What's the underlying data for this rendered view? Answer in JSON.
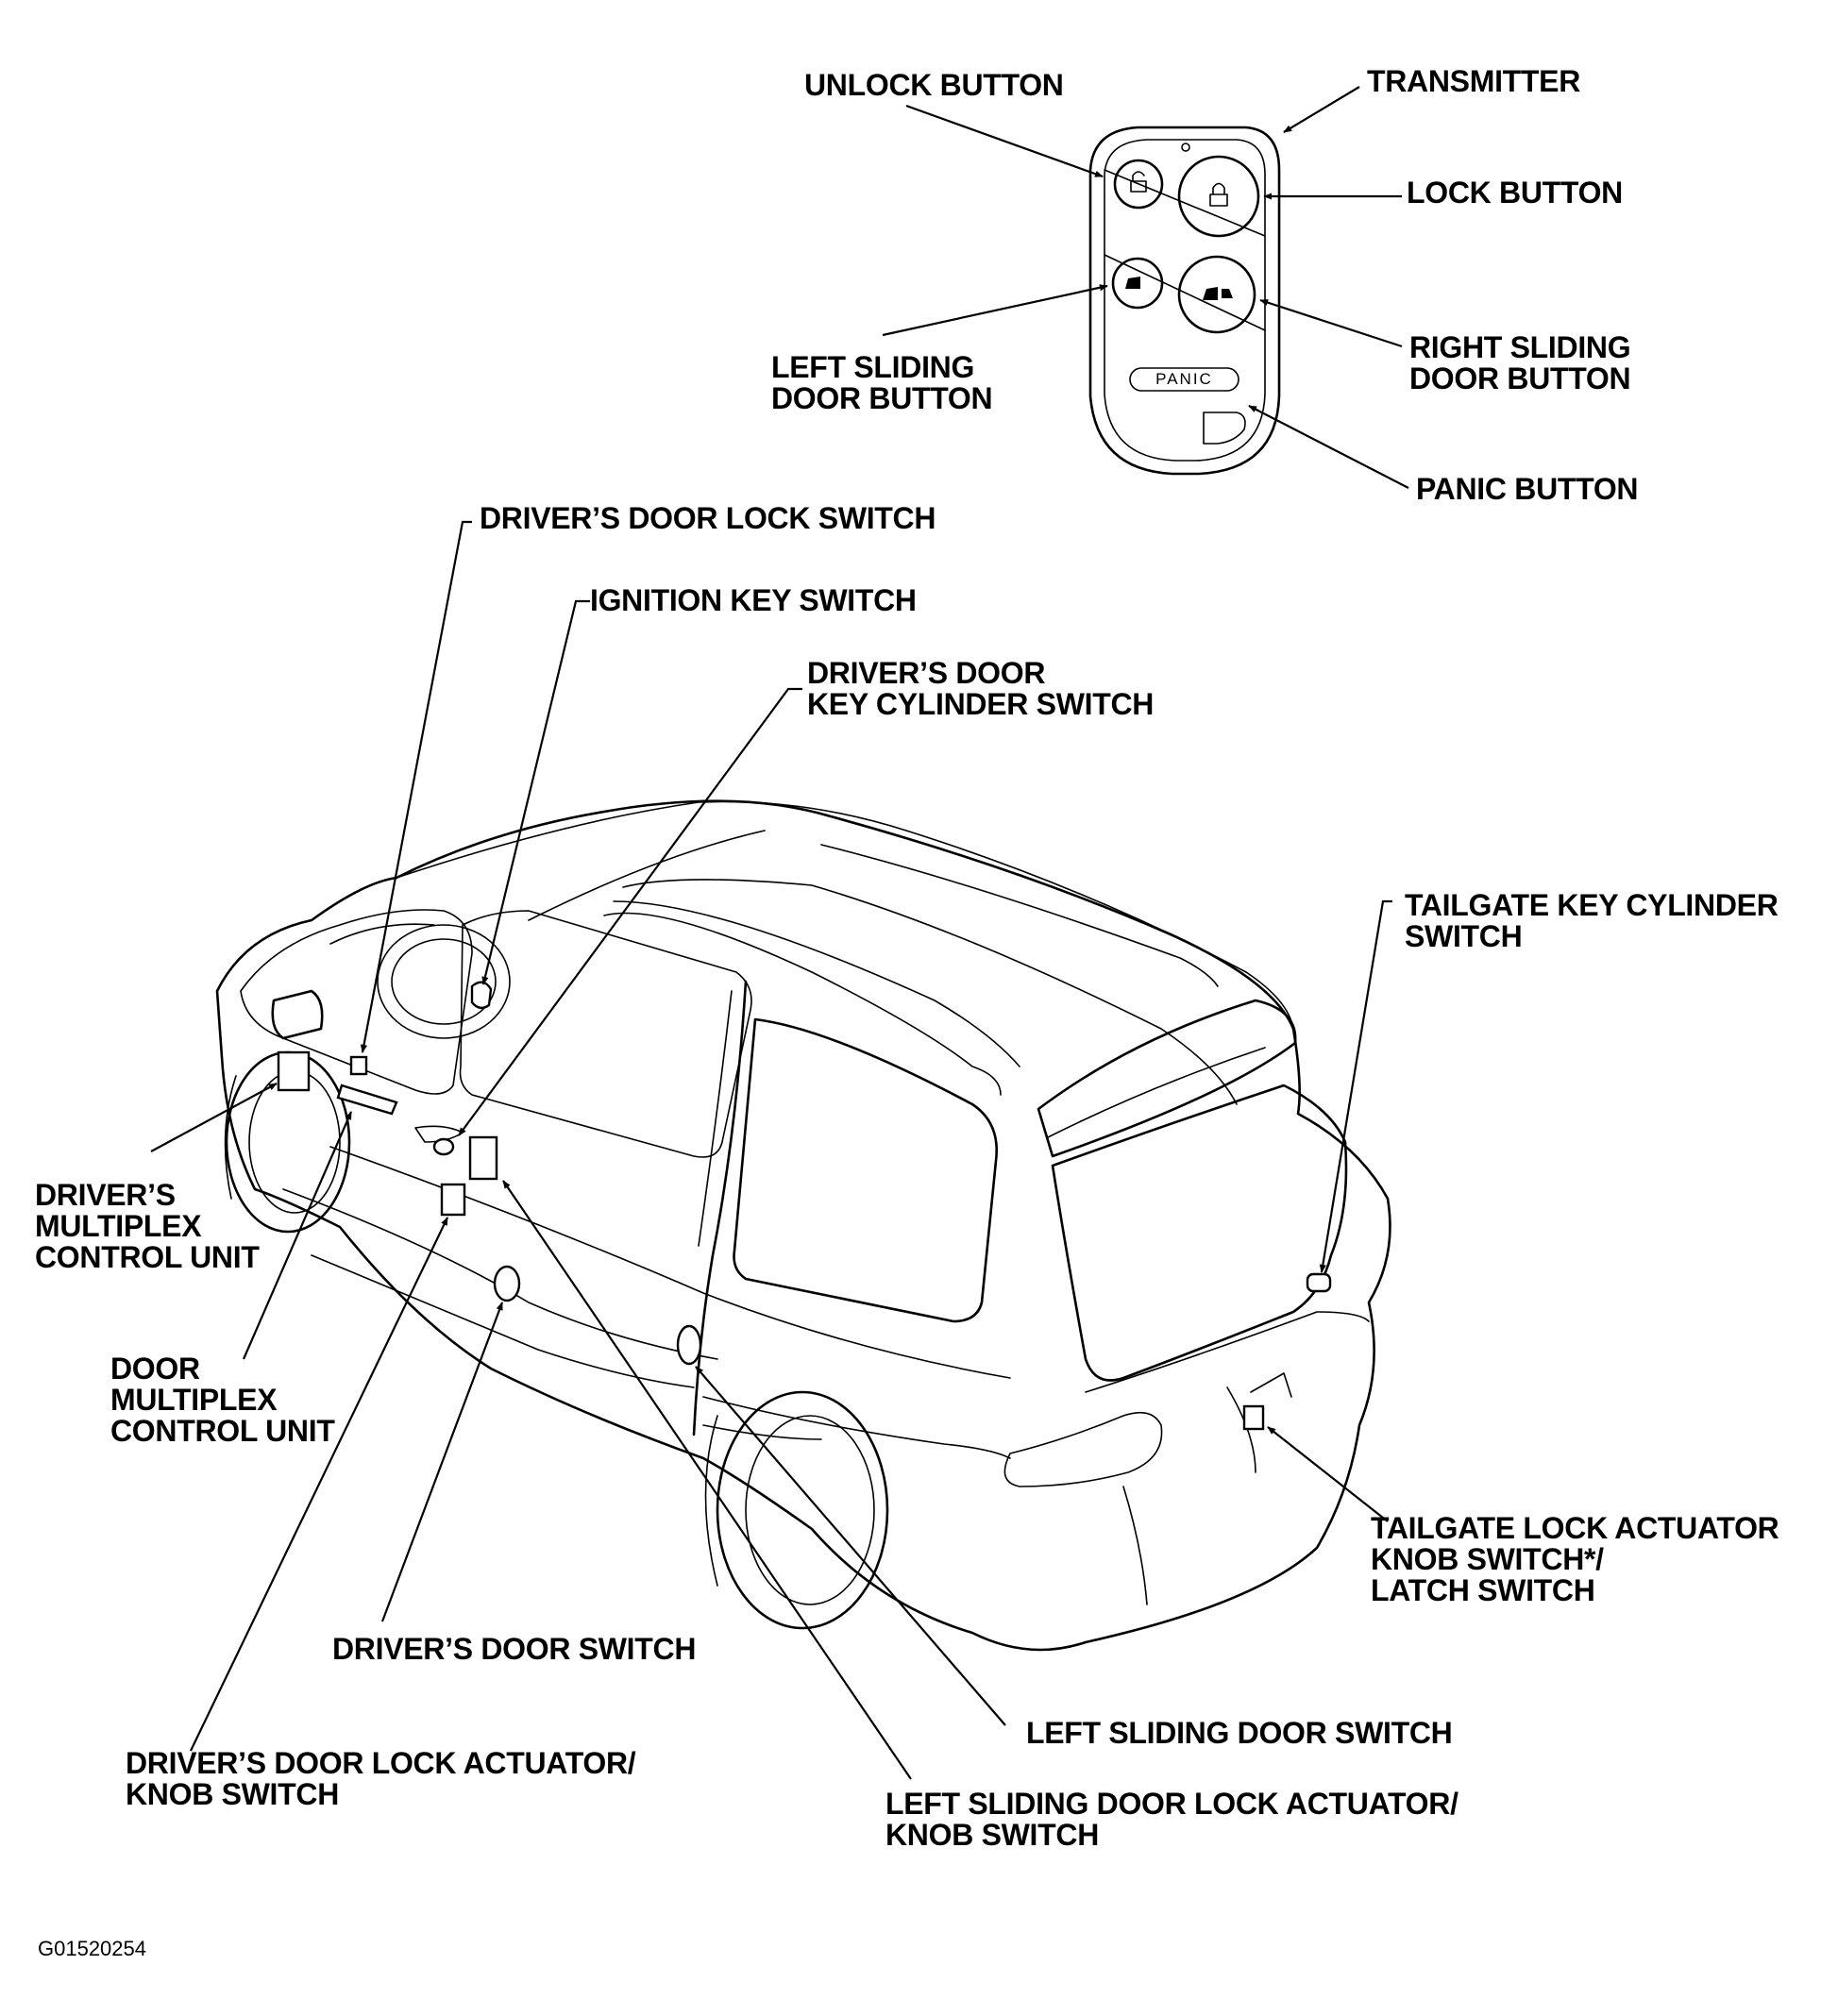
{
  "labels": {
    "unlock_button": [
      "UNLOCK BUTTON"
    ],
    "transmitter": [
      "TRANSMITTER"
    ],
    "lock_button": [
      "LOCK BUTTON"
    ],
    "left_sliding_door_button": [
      "LEFT SLIDING",
      "DOOR BUTTON"
    ],
    "right_sliding_door_button": [
      "RIGHT SLIDING",
      "DOOR BUTTON"
    ],
    "panic_button": [
      "PANIC BUTTON"
    ],
    "drivers_door_lock_switch": [
      "DRIVER’S DOOR LOCK SWITCH"
    ],
    "ignition_key_switch": [
      "IGNITION KEY SWITCH"
    ],
    "drivers_door_key_cylinder_switch": [
      "DRIVER’S DOOR",
      "KEY CYLINDER SWITCH"
    ],
    "tailgate_key_cylinder_switch": [
      "TAILGATE KEY CYLINDER",
      "SWITCH"
    ],
    "drivers_multiplex_control_unit": [
      "DRIVER’S",
      "MULTIPLEX",
      "CONTROL UNIT"
    ],
    "door_multiplex_control_unit": [
      "DOOR",
      "MULTIPLEX",
      "CONTROL UNIT"
    ],
    "tailgate_lock_actuator": [
      "TAILGATE LOCK ACTUATOR",
      "KNOB SWITCH*/",
      "LATCH SWITCH"
    ],
    "drivers_door_switch": [
      "DRIVER’S DOOR SWITCH"
    ],
    "left_sliding_door_switch": [
      "LEFT SLIDING DOOR SWITCH"
    ],
    "drivers_door_lock_actuator": [
      "DRIVER’S DOOR LOCK ACTUATOR/",
      "KNOB SWITCH"
    ],
    "left_sliding_door_lock_actuator": [
      "LEFT SLIDING DOOR LOCK ACTUATOR/",
      "KNOB SWITCH"
    ]
  },
  "remote": {
    "panic_text": "PANIC"
  },
  "figure_code": "G01520254"
}
